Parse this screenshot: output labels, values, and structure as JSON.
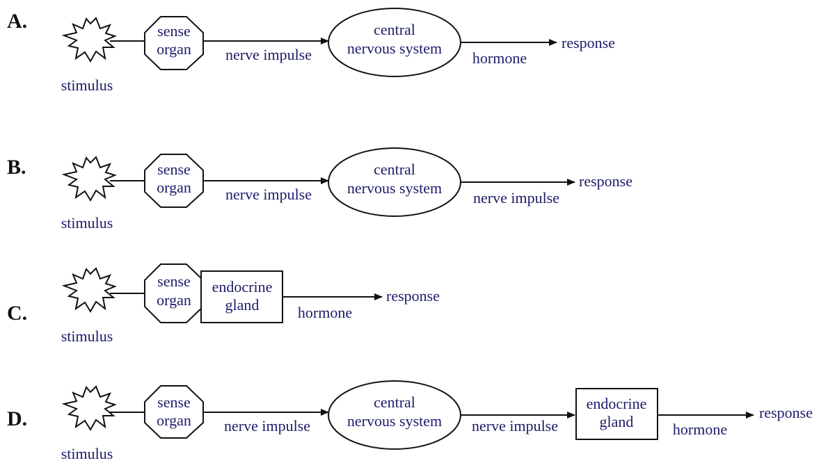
{
  "colors": {
    "text": "#1c1c6b",
    "line": "#111111",
    "background": "#ffffff"
  },
  "icons": {
    "stimulus": "starburst-icon",
    "arrowhead": "arrowhead-icon"
  },
  "options": [
    {
      "letter": "A.",
      "labels": {
        "stimulus": "stimulus",
        "sense_organ": [
          "sense",
          "organ"
        ],
        "link1": "nerve impulse",
        "cns": [
          "central",
          "nervous system"
        ],
        "link2": "hormone",
        "response": "response"
      }
    },
    {
      "letter": "B.",
      "labels": {
        "stimulus": "stimulus",
        "sense_organ": [
          "sense",
          "organ"
        ],
        "link1": "nerve impulse",
        "cns": [
          "central",
          "nervous system"
        ],
        "link2": "nerve impulse",
        "response": "response"
      }
    },
    {
      "letter": "C.",
      "labels": {
        "stimulus": "stimulus",
        "sense_organ": [
          "sense",
          "organ"
        ],
        "gland": [
          "endocrine",
          "gland"
        ],
        "link1": "hormone",
        "response": "response"
      }
    },
    {
      "letter": "D.",
      "labels": {
        "stimulus": "stimulus",
        "sense_organ": [
          "sense",
          "organ"
        ],
        "link1": "nerve impulse",
        "cns": [
          "central",
          "nervous system"
        ],
        "link2": "nerve impulse",
        "gland": [
          "endocrine",
          "gland"
        ],
        "link3": "hormone",
        "response": "response"
      }
    }
  ]
}
